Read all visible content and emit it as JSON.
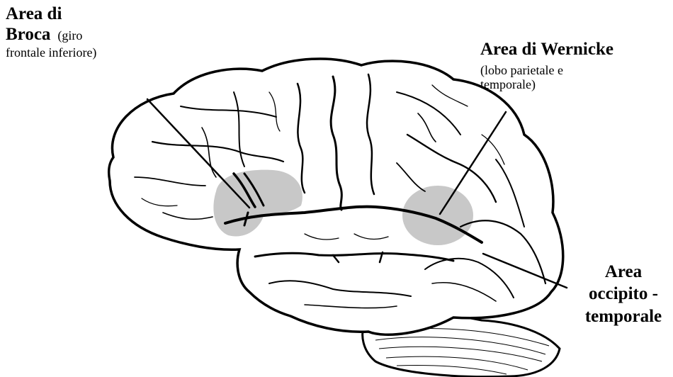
{
  "labels": {
    "broca": {
      "title_line1": "Area di",
      "title_line2": "Broca",
      "detail_line1": "(giro",
      "detail_line2": "frontale inferiore)"
    },
    "wernicke": {
      "title": "Area di Wernicke",
      "detail_line1": "(lobo parietale e",
      "detail_line2": "temporale)"
    },
    "occipito": {
      "line1": "Area",
      "line2": "occipito -",
      "line3": "temporale"
    }
  },
  "colors": {
    "outline": "#000000",
    "highlight": "#c8c8c8",
    "background": "#ffffff"
  }
}
